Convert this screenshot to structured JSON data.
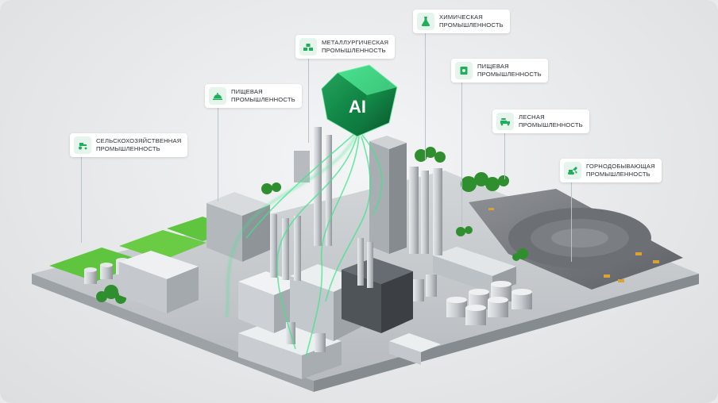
{
  "colors": {
    "accent": "#1fae5b",
    "accent_dark": "#0c6b37",
    "ground": "#c9cdd1",
    "grass": "#5cc23c",
    "label_bg": "#ffffff",
    "icon_bg": "#e6f5ec"
  },
  "center_badge": {
    "text": "AI",
    "icon": "ai-cube-icon"
  },
  "labels": [
    {
      "line1": "ХИМИЧЕСКАЯ",
      "line2": "ПРОМЫШЛЕННОСТЬ",
      "icon": "flask-icon"
    },
    {
      "line1": "МЕТАЛЛУРГИЧЕСКАЯ",
      "line2": "ПРОМЫШЛЕННОСТЬ",
      "icon": "ingots-icon"
    },
    {
      "line1": "ПИЩЕВАЯ",
      "line2": "ПРОМЫШЛЕННОСТЬ",
      "icon": "food-cloche-icon"
    },
    {
      "line1": "ПИЩЕВАЯ",
      "line2": "ПРОМЫШЛЕННОСТЬ",
      "icon": "food-package-icon"
    },
    {
      "line1": "ЛЕСНАЯ",
      "line2": "ПРОМЫШЛЕННОСТЬ",
      "icon": "timber-truck-icon"
    },
    {
      "line1": "СЕЛЬСКОХОЗЯЙСТВЕННАЯ",
      "line2": "ПРОМЫШЛЕННОСТЬ",
      "icon": "tractor-icon"
    },
    {
      "line1": "ГОРНОДОБЫВАЮЩАЯ",
      "line2": "ПРОМЫШЛЕННОСТЬ",
      "icon": "excavator-icon"
    }
  ]
}
